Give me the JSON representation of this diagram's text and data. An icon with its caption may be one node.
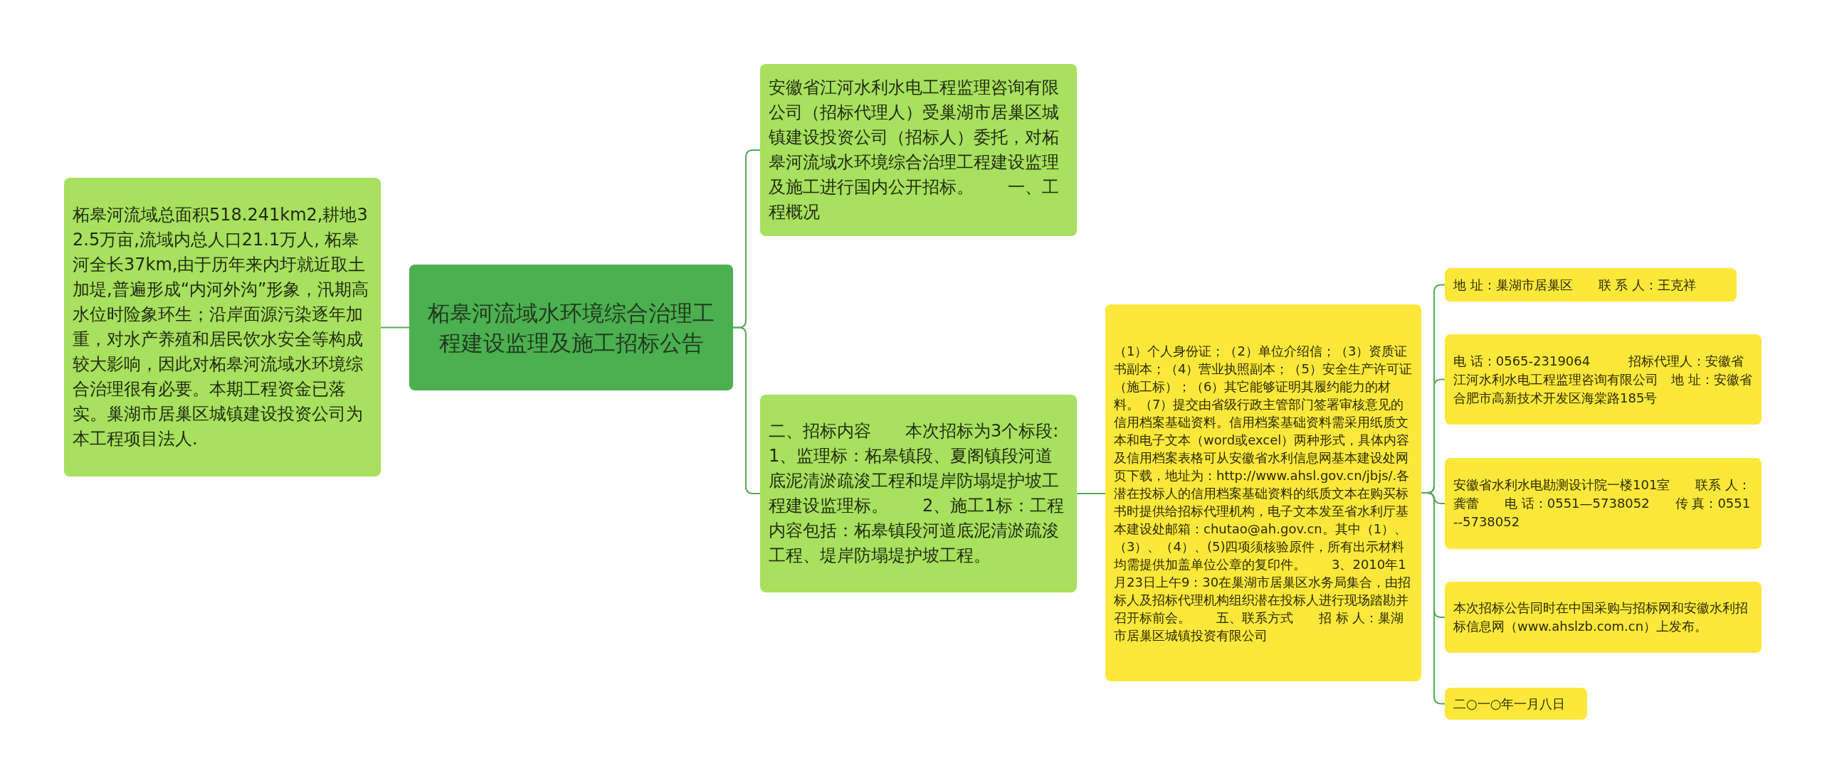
{
  "diagram": {
    "nodes": [
      {
        "text": [
          "柘皋河流域水环境综合治理工程建设监理及施工招标公告"
        ]
      },
      {
        "text": [
          "柘皋河流域总面积518.241km2,耕地32.5万亩,流域内总人口21.1万人, 柘皋河全长37km,由于历年来内圩就近取土加堤,普遍形成“内河外沟”形象，汛期高水位时险象环生；沿岸面源污染逐年加重，对水产养殖和居民饮水安全等构成较大影响，因此对柘皋河流域水环境综合治理很有必要。本期工程资金已落实。巢湖市居巢区城镇建设投资公司为本工程项目法人."
        ]
      },
      {
        "text": [
          "安徽省江河水利水电工程监理咨询有限公司（招标代理人）受巢湖市居巢区城镇建设投资公司（招标人）委托，对柘皋河流域水环境综合治理工程建设监理及施工进行国内公开招标。　　一、工程概况"
        ]
      },
      {
        "text": [
          "二、招标内容　　本次招标为3个标段:　　1、监理标：柘皋镇段、夏阁镇段河道底泥清淤疏浚工程和堤岸防塌堤护坡工程建设监理标。　　2、施工1标：工程内容包括：柘皋镇段河道底泥清淤疏浚工程、堤岸防塌堤护坡工程。"
        ]
      },
      {
        "text": [
          "（1）个人身份证；（2）单位介绍信；（3）资质证书副本；（4）营业执照副本；（5）安全生产许可证（施工标）；（6）其它能够证明其履约能力的材料。（7）提交由省级行政主管部门签署审核意见的信用档案基础资料。信用档案基础资料需采用纸质文本和电子文本（word或excel）两种形式，具体内容及信用档案表格可从安徽省水利信息网基本建设处网页下载，地址为：http://www.ahsl.gov.cn/jbjs/.各潜在投标人的信用档案基础资料的纸质文本在购买标书时提供给招标代理机构，电子文本发至省水利厅基本建设处邮箱：chutao@ah.gov.cn。其中（1）、（3）、（4）、(5)四项须核验原件，所有出示材料均需提供加盖单位公章的复印件。　　3、2010年1月23日上午9：30在巢湖市居巢区水务局集合，由招标人及招标代理机构组织潜在投标人进行现场踏勘并召开标前会。　　五、联系方式　　招 标 人：巢湖市居巢区城镇投资有限公司"
        ]
      },
      {
        "text": [
          "地 址：巢湖市居巢区　　联 系 人：王克祥"
        ]
      },
      {
        "text": [
          "电 话：0565-2319064　　　招标代理人：安徽省江河水利水电工程监理咨询有限公司　地 址：安徽省合肥市高新技术开发区海棠路185号"
        ]
      },
      {
        "text": [
          "安徽省水利水电勘测设计院一楼101室　　联系 人：龚蕾　　电 话：0551—5738052　　传 真：0551--5738052"
        ]
      },
      {
        "text": [
          "本次招标公告同时在中国采购与招标网和安徽水利招标信息网（www.ahslzb.com.cn）上发布。"
        ]
      },
      {
        "text": [
          "二○一○年一月八日"
        ]
      }
    ],
    "edges": [
      {
        "from": 0,
        "to": 1,
        "arrow": "none"
      },
      {
        "from": 0,
        "to": 2,
        "arrow": "none"
      },
      {
        "from": 0,
        "to": 3,
        "arrow": "none"
      },
      {
        "from": 3,
        "to": 4,
        "arrow": "none"
      },
      {
        "from": 4,
        "to": 5,
        "arrow": "none"
      },
      {
        "from": 4,
        "to": 6,
        "arrow": "none"
      },
      {
        "from": 4,
        "to": 7,
        "arrow": "none"
      },
      {
        "from": 4,
        "to": 8,
        "arrow": "none"
      },
      {
        "from": 4,
        "to": 9,
        "arrow": "none"
      }
    ]
  }
}
